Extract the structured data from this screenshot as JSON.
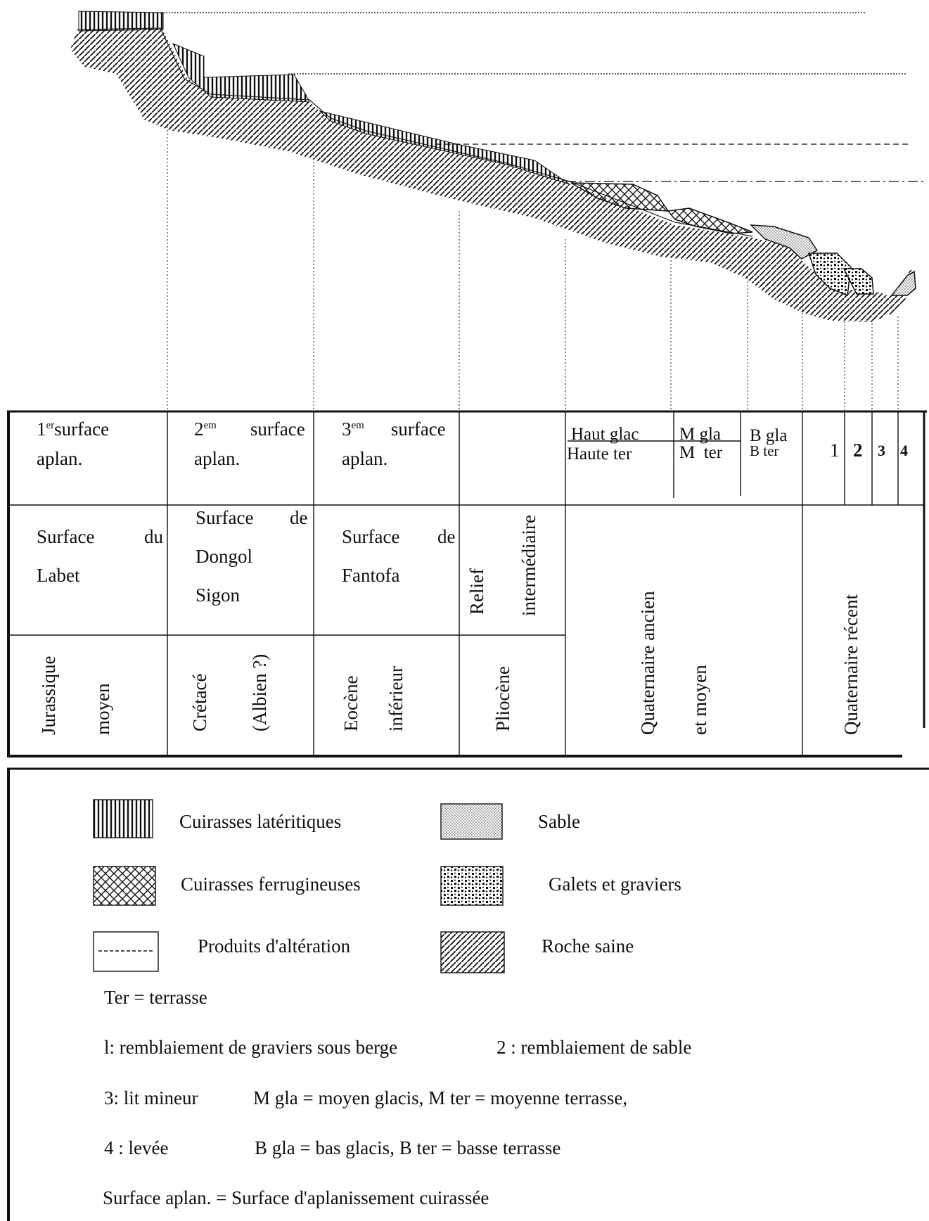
{
  "table": {
    "row1": {
      "c1_prefix": "1",
      "c1_sup": "er",
      "c1_rest": "surface",
      "c1_line2": "aplan.",
      "c2_prefix": "2",
      "c2_sup": "em",
      "c2_rest": "surface",
      "c2_line2": "aplan.",
      "c3_prefix": "3",
      "c3_sup": "em",
      "c3_rest": "surface",
      "c3_line2": "aplan.",
      "haut_glac": "Haut glac",
      "haute_ter": "Haute ter",
      "m_gla": "M gla",
      "m_ter": "M  ter",
      "b_gla": "B gla",
      "b_ter": "B ter",
      "n1": "1",
      "n2": "2",
      "n3": "3",
      "n4": "4"
    },
    "row2": {
      "c1_a": "Surface",
      "c1_b": "du",
      "c1_c": "Labet",
      "c2_a": "Surface",
      "c2_b": "de",
      "c2_c": "Dongol",
      "c2_d": "Sigon",
      "c3_a": "Surface",
      "c3_b": "de",
      "c3_c": "Fantofa",
      "relief_a": "Relief",
      "relief_b": "intermédiaire",
      "qa_a": "Quaternaire  ancien",
      "qa_b": "et moyen",
      "qr_a": "Quaternaire   récent"
    },
    "row3": {
      "c1_a": "Jurassique",
      "c1_b": "moyen",
      "c2_a": "Crétacé",
      "c2_b": "(Albien ?)",
      "c3_a": "Eocène",
      "c3_b": "inférieur",
      "c4": "Pliocène"
    }
  },
  "legend": {
    "cuirasses_lateritiques": "Cuirasses latéritiques",
    "sable": "Sable",
    "cuirasses_ferrugineuses": "Cuirasses ferrugineuses",
    "galets": "Galets et graviers",
    "produits": "Produits d'altération",
    "roche": "Roche saine",
    "notes": [
      "Ter = terrasse",
      "l: remblaiement de graviers sous berge",
      "2 : remblaiement de sable",
      "3: lit mineur",
      "M gla = moyen glacis,  M ter = moyenne terrasse,",
      "4 : levée",
      "B gla = bas glacis,  B ter = basse terrasse",
      "Surface aplan. = Surface d'aplanissement cuirassée"
    ]
  }
}
